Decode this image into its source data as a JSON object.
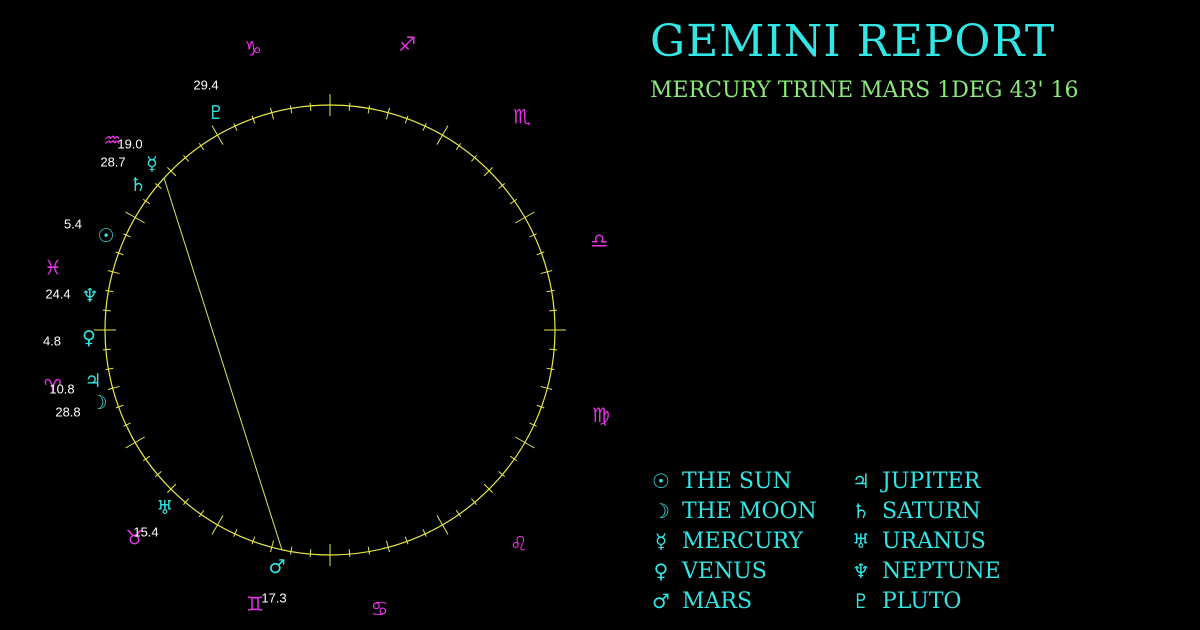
{
  "report": {
    "title": "GEMINI REPORT",
    "subtitle": "MERCURY TRINE MARS 1DEG 43' 16"
  },
  "colors": {
    "background": "#000000",
    "wheel": "#e8e84a",
    "aspect_line": "#c8f060",
    "zodiac": "#e633e6",
    "planet": "#33e6e6",
    "degree_text": "#ffffff",
    "title": "#33e6e6",
    "subtitle": "#8ce87a"
  },
  "zodiac_signs": [
    {
      "name": "aries-icon",
      "glyph": "♈"
    },
    {
      "name": "taurus-icon",
      "glyph": "♉"
    },
    {
      "name": "gemini-icon",
      "glyph": "♊"
    },
    {
      "name": "cancer-icon",
      "glyph": "♋"
    },
    {
      "name": "leo-icon",
      "glyph": "♌"
    },
    {
      "name": "virgo-icon",
      "glyph": "♍"
    },
    {
      "name": "libra-icon",
      "glyph": "♎"
    },
    {
      "name": "scorpio-icon",
      "glyph": "♏"
    },
    {
      "name": "sagittarius-icon",
      "glyph": "♐"
    },
    {
      "name": "capricorn-icon",
      "glyph": "♑"
    },
    {
      "name": "aquarius-icon",
      "glyph": "♒"
    },
    {
      "name": "pisces-icon",
      "glyph": "♓"
    }
  ],
  "planets": [
    {
      "name": "sun",
      "glyph": "☉",
      "degree": "5.4"
    },
    {
      "name": "moon",
      "glyph": "☽",
      "degree": "28.8"
    },
    {
      "name": "mercury",
      "glyph": "☿",
      "degree": "28.7"
    },
    {
      "name": "venus",
      "glyph": "♀",
      "degree": "4.8"
    },
    {
      "name": "mars",
      "glyph": "♂",
      "degree": "17.3"
    },
    {
      "name": "jupiter",
      "glyph": "♃",
      "degree": "10.8"
    },
    {
      "name": "saturn",
      "glyph": "♄",
      "degree": "19.0"
    },
    {
      "name": "uranus",
      "glyph": "♅",
      "degree": "15.4"
    },
    {
      "name": "neptune",
      "glyph": "♆",
      "degree": "24.4"
    },
    {
      "name": "pluto",
      "glyph": "♇",
      "degree": "29.4"
    }
  ],
  "aspect": {
    "from": "mercury",
    "to": "mars"
  },
  "legend": [
    {
      "glyph": "☉",
      "label": "THE SUN"
    },
    {
      "glyph": "☽",
      "label": "THE MOON"
    },
    {
      "glyph": "☿",
      "label": "MERCURY"
    },
    {
      "glyph": "♀",
      "label": "VENUS"
    },
    {
      "glyph": "♂",
      "label": "MARS"
    },
    {
      "glyph": "♃",
      "label": "JUPITER"
    },
    {
      "glyph": "♄",
      "label": "SATURN"
    },
    {
      "glyph": "♅",
      "label": "URANUS"
    },
    {
      "glyph": "♆",
      "label": "NEPTUNE"
    },
    {
      "glyph": "♇",
      "label": "PLUTO"
    }
  ]
}
